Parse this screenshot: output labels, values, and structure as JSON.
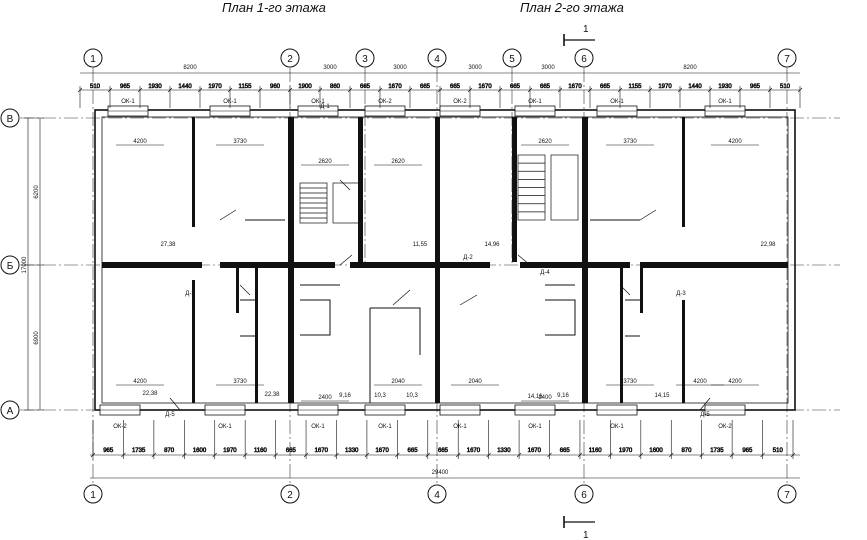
{
  "titles": {
    "floor1": "План 1-го этажа",
    "floor2": "План 2-го этажа"
  },
  "section_mark": {
    "label": "1"
  },
  "axes": {
    "columns": [
      "1",
      "2",
      "3",
      "4",
      "5",
      "6",
      "7"
    ],
    "rows": [
      "В",
      "Б",
      "А"
    ]
  },
  "overall_dims": {
    "top_left": "8200",
    "top_right": "8200",
    "bottom_total": "29400",
    "left_total": "17000"
  },
  "axis_spacing_top": [
    "3000",
    "3000",
    "3000",
    "3000"
  ],
  "left_dims": [
    "6200",
    "6900"
  ],
  "top_chain": [
    "510",
    "965",
    "1930",
    "1440",
    "1970",
    "1155",
    "960",
    "1900",
    "860",
    "665",
    "1670",
    "665",
    "665",
    "1670",
    "665",
    "665",
    "1670",
    "665",
    "1155",
    "1970",
    "1440",
    "1930",
    "965",
    "510"
  ],
  "bottom_chain": [
    "965",
    "1735",
    "870",
    "1600",
    "1970",
    "1160",
    "665",
    "1670",
    "1330",
    "1670",
    "665",
    "665",
    "1670",
    "1330",
    "1670",
    "665",
    "1160",
    "1970",
    "1600",
    "870",
    "1735",
    "965",
    "510"
  ],
  "window_labels": [
    "ОК-1",
    "ОК-1",
    "ОК-1",
    "ОК-2",
    "ОК-2",
    "ОК-1",
    "ОК-1",
    "ОК-1",
    "ОК-2",
    "ОК-1",
    "ОК-1",
    "ОК-1",
    "ОК-1",
    "ОК-1",
    "ОК-1",
    "ОК-2"
  ],
  "room_inner_dims": [
    "4200",
    "3730",
    "2620",
    "2620",
    "2620",
    "3730",
    "4200",
    "3730",
    "2400",
    "2040",
    "2040",
    "2400",
    "3730",
    "4200",
    "4200",
    "4200"
  ],
  "room_labels": [
    "27,38",
    "22,38",
    "14,96",
    "11,55",
    "22,38",
    "22,98",
    "14,16",
    "10,3",
    "10,3",
    "9,16",
    "9,16",
    "14,15",
    "Д-5",
    "Д-3",
    "Д-1",
    "Д-2",
    "Д-4",
    "Д-5",
    "Д-3"
  ]
}
